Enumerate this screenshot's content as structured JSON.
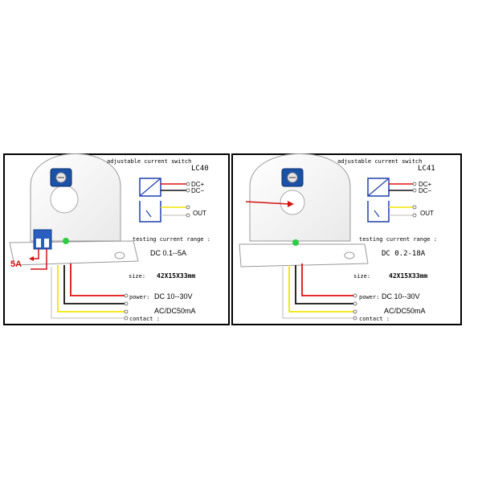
{
  "panels": [
    {
      "model": "LC40",
      "caption_switch": "adjustable current switch",
      "dc_plus": "DC+",
      "dc_minus": "DC−",
      "out_label": "OUT",
      "range_caption": "testing current range :",
      "range_value": "DC 0.1--5A",
      "size_caption": "size:",
      "size_value": "42X15X33mm",
      "power_caption": "power:",
      "power_value": "DC 10--30V",
      "contact_caption": "contact :",
      "contact_value": "AC/DC50mA",
      "input_label": "5A"
    },
    {
      "model": "LC41",
      "caption_switch": "adjustable current switch",
      "dc_plus": "DC+",
      "dc_minus": "DC−",
      "out_label": "OUT",
      "range_caption": "testing current range :",
      "range_value": "DC 0.2-18A",
      "size_caption": "size:",
      "size_value": "42X15X33mm",
      "power_caption": "power:",
      "power_value": "DC 10--30V",
      "contact_caption": "contact :",
      "contact_value": "AC/DC50mA"
    }
  ],
  "colors": {
    "border": "#000000",
    "wire_red": "#e01010",
    "wire_black": "#111111",
    "wire_yellow": "#f2e500",
    "wire_white": "#e8e8e8",
    "led_green": "#2ecc40",
    "potentiometer": "#1a52a8",
    "terminal_block": "#2a5fc2",
    "symbol_blue": "#1e3fae",
    "arrow_red": "#d41111"
  }
}
